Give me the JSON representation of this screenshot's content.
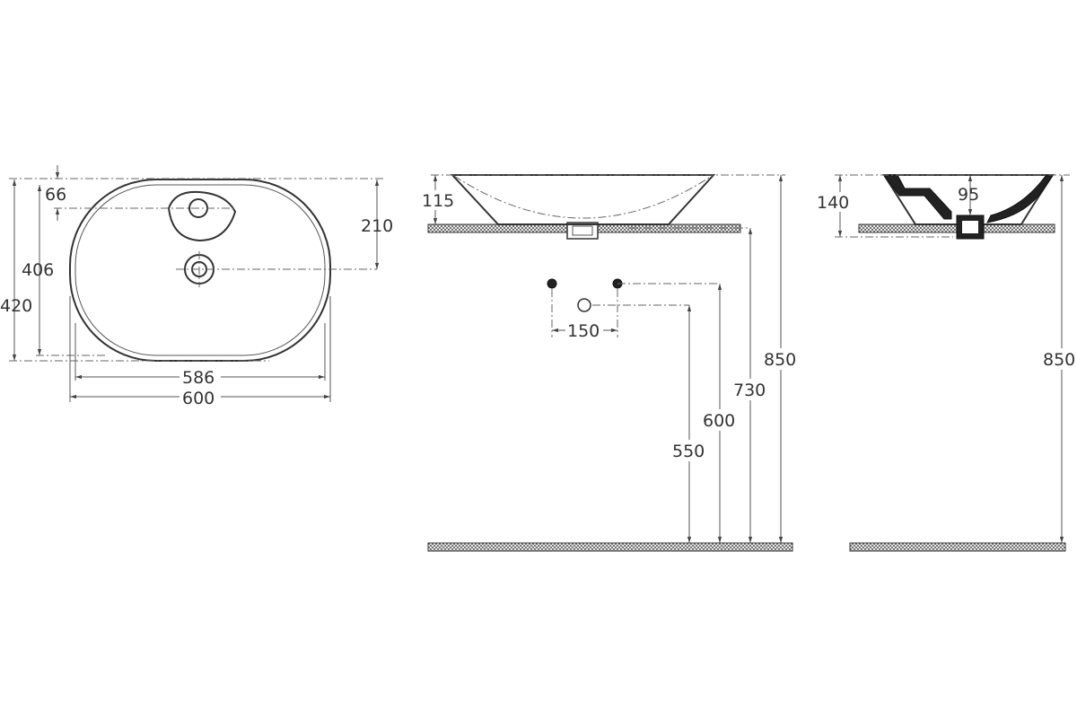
{
  "drawing": {
    "top_view": {
      "dim_66": "66",
      "dim_210": "210",
      "dim_406": "406",
      "dim_420": "420",
      "dim_586": "586",
      "dim_600": "600"
    },
    "front_view": {
      "dim_115": "115",
      "dim_150": "150",
      "dim_550": "550",
      "dim_600": "600",
      "dim_730": "730",
      "dim_850": "850"
    },
    "side_view": {
      "dim_140": "140",
      "dim_95": "95",
      "dim_850": "850"
    }
  }
}
